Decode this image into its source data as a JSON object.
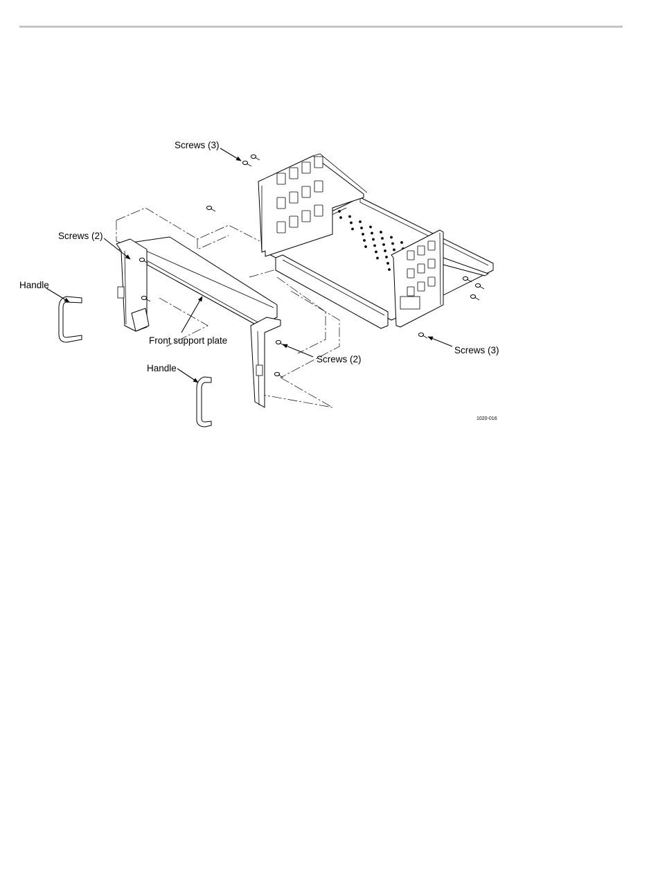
{
  "figure": {
    "labels": {
      "screws_top": "Screws (3)",
      "screws_left": "Screws (2)",
      "handle_left": "Handle",
      "front_support_plate": "Front support plate",
      "screws_front": "Screws (2)",
      "handle_bottom": "Handle",
      "screws_right": "Screws (3)"
    },
    "figure_id": "1020-016"
  }
}
